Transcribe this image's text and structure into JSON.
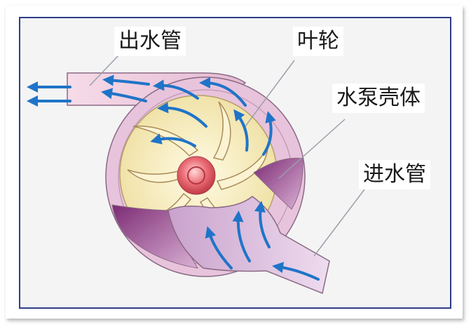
{
  "labels": {
    "outlet_pipe": "出水管",
    "impeller": "叶轮",
    "pump_casing": "水泵壳体",
    "inlet_pipe": "进水管"
  },
  "colors": {
    "frame_border": "#2e3e86",
    "casing_fill": "#e8c3dc",
    "casing_stroke": "#8a6a84",
    "impeller_fill": "#f6ecbf",
    "hub_fill": "#e05a66",
    "inlet_fill": "#dcc4df",
    "dark_purple": "#8a3a82",
    "arrow_blue": "#1f74c8"
  },
  "icons": [
    "flow-arrow-icon",
    "impeller-hub-icon"
  ]
}
